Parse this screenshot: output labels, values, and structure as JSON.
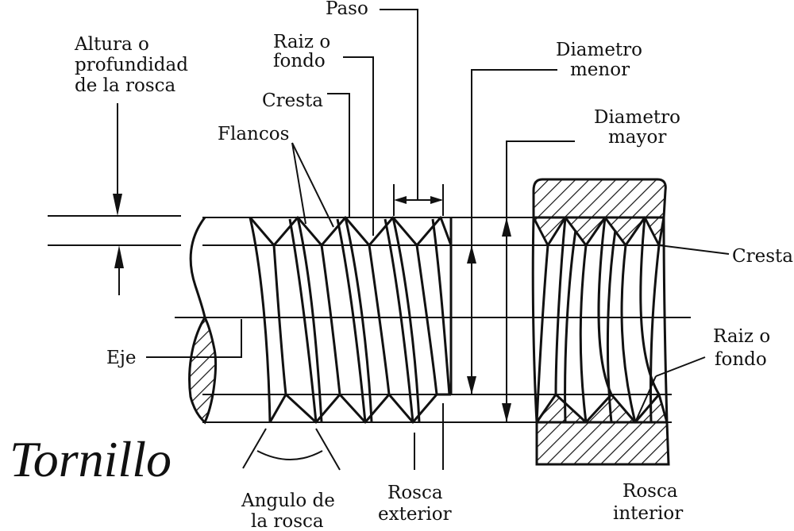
{
  "title": "Tornillo",
  "labels": {
    "altura": [
      "Altura o",
      "profundidad",
      "de la rosca"
    ],
    "raiz_top": [
      "Raiz o",
      "fondo"
    ],
    "paso": "Paso",
    "cresta_top": "Cresta",
    "flancos": "Flancos",
    "diametro_menor": [
      "Diametro",
      "menor"
    ],
    "diametro_mayor": [
      "Diametro",
      "mayor"
    ],
    "cresta_right": "Cresta",
    "raiz_right": [
      "Raiz o",
      "fondo"
    ],
    "eje": "Eje",
    "angulo": [
      "Angulo de",
      "la rosca"
    ],
    "rosca_exterior": [
      "Rosca",
      "exterior"
    ],
    "rosca_interior": [
      "Rosca",
      "interior"
    ]
  }
}
